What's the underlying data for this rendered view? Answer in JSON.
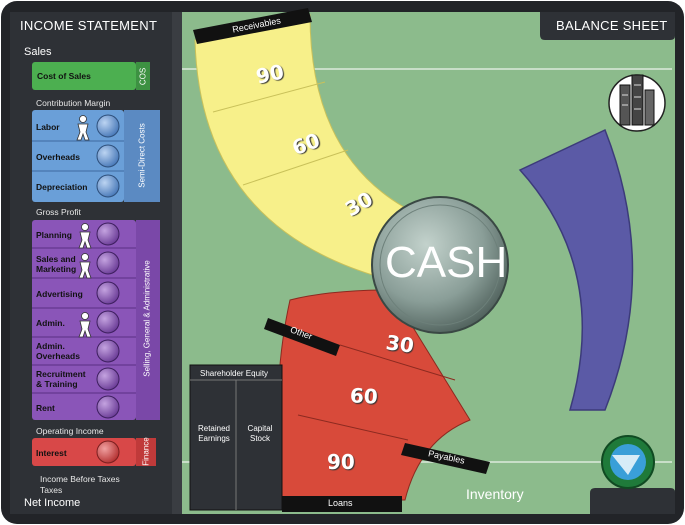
{
  "header": {
    "income_statement": "INCOME STATEMENT",
    "balance_sheet": "BALANCE SHEET"
  },
  "income": {
    "sales": "Sales",
    "cost_of_sales": "Cost of Sales",
    "cos_tag": "COS",
    "contribution_margin": "Contribution Margin",
    "semi_direct": {
      "tag": "Semi-Direct Costs",
      "rows": [
        "Labor",
        "Overheads",
        "Depreciation"
      ]
    },
    "gross_profit": "Gross Profit",
    "sga": {
      "tag": "Selling, General & Administrative",
      "rows": [
        "Planning",
        "Sales and Marketing",
        "Advertising",
        "Admin.",
        "Admin. Overheads",
        "Recruitment & Training",
        "Rent"
      ]
    },
    "operating_income": "Operating Income",
    "interest": "Interest",
    "finance_tag": "Finance",
    "income_before_taxes": "Income Before Taxes",
    "taxes": "Taxes",
    "net_income": "Net Income"
  },
  "balance": {
    "receivables": "Receivables",
    "receivables_days": [
      "90",
      "60",
      "30"
    ],
    "cash": "CASH",
    "other": "Other",
    "payables": "Payables",
    "loans": "Loans",
    "loans_days": [
      "30",
      "60",
      "90"
    ],
    "shareholder_equity": "Shareholder Equity",
    "retained_earnings": "Retained Earnings",
    "capital_stock": "Capital Stock",
    "inventory": "Inventory"
  },
  "colors": {
    "board_green": "#8cbb8c",
    "dark_panel": "#2e3136",
    "cos_green": "#4caf50",
    "semi_blue": "#6a9fd8",
    "sga_purple": "#8a55b8",
    "finance_red": "#d84848",
    "receivables_yellow": "#f7f08a",
    "payables_red": "#d84a3a",
    "inventory_purple": "#5b5aa6",
    "cash_grey": "#8a9e98"
  },
  "icons": [
    "person-icon",
    "building-icon",
    "logo-icon",
    "circle-token-icon"
  ]
}
